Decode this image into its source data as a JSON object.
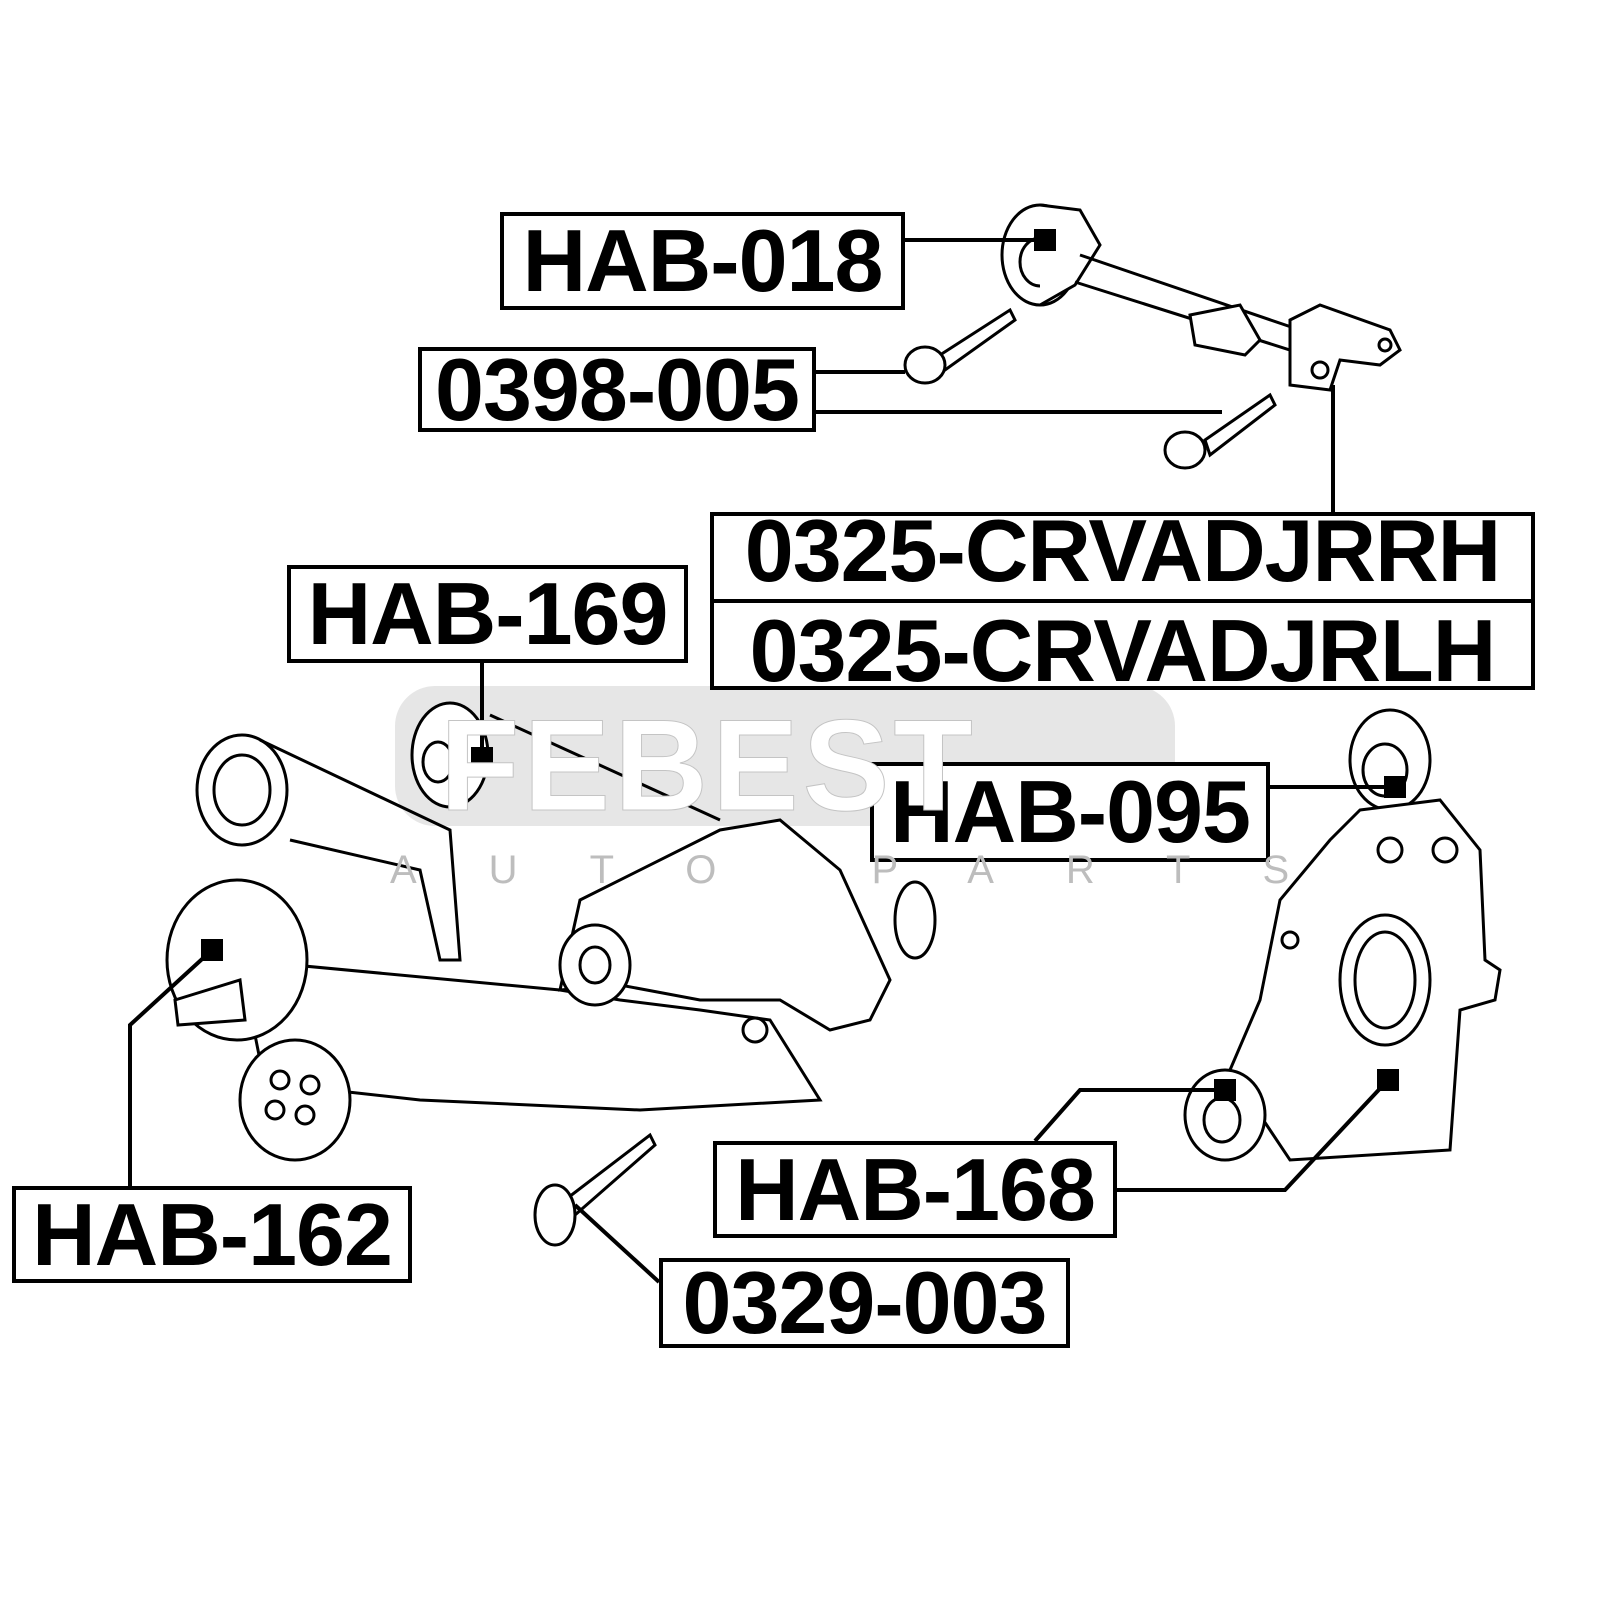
{
  "watermark": {
    "brand": "FEBEST",
    "tagline": "AUTO PARTS"
  },
  "labels": {
    "hab018": "HAB-018",
    "p0398": "0398-005",
    "crv_rh": "0325-CRVADJRRH",
    "crv_lh": "0325-CRVADJRLH",
    "hab169": "HAB-169",
    "hab095": "HAB-095",
    "hab162": "HAB-162",
    "hab168": "HAB-168",
    "p0329": "0329-003"
  }
}
